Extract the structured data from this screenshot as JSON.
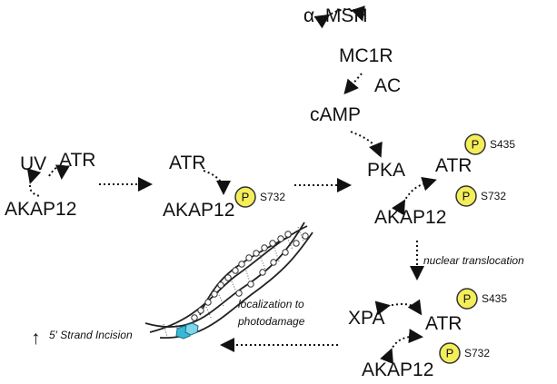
{
  "nodes": {
    "amsh": "α–MSH",
    "mc1r": "MC1R",
    "ac": "AC",
    "camp": "cAMP",
    "uv": "UV",
    "atr1": "ATR",
    "akap1": "AKAP12",
    "atr2": "ATR",
    "akap2": "AKAP12",
    "pka": "PKA",
    "atr3": "ATR",
    "akap3": "AKAP12",
    "xpa": "XPA",
    "atr4": "ATR",
    "akap4": "AKAP12"
  },
  "phospho": {
    "p_label": "P",
    "s432_label": "S732",
    "s435_label": "S435"
  },
  "labels": {
    "nuclear_translocation": "nuclear translocation",
    "localization_line1": "localization to",
    "localization_line2": "photodamage",
    "incision_arrow": "↑",
    "incision": "5′ Strand Incision"
  },
  "colors": {
    "phospho_fill": "#f3ee5a",
    "dna_lesion": "#37b7d6"
  }
}
